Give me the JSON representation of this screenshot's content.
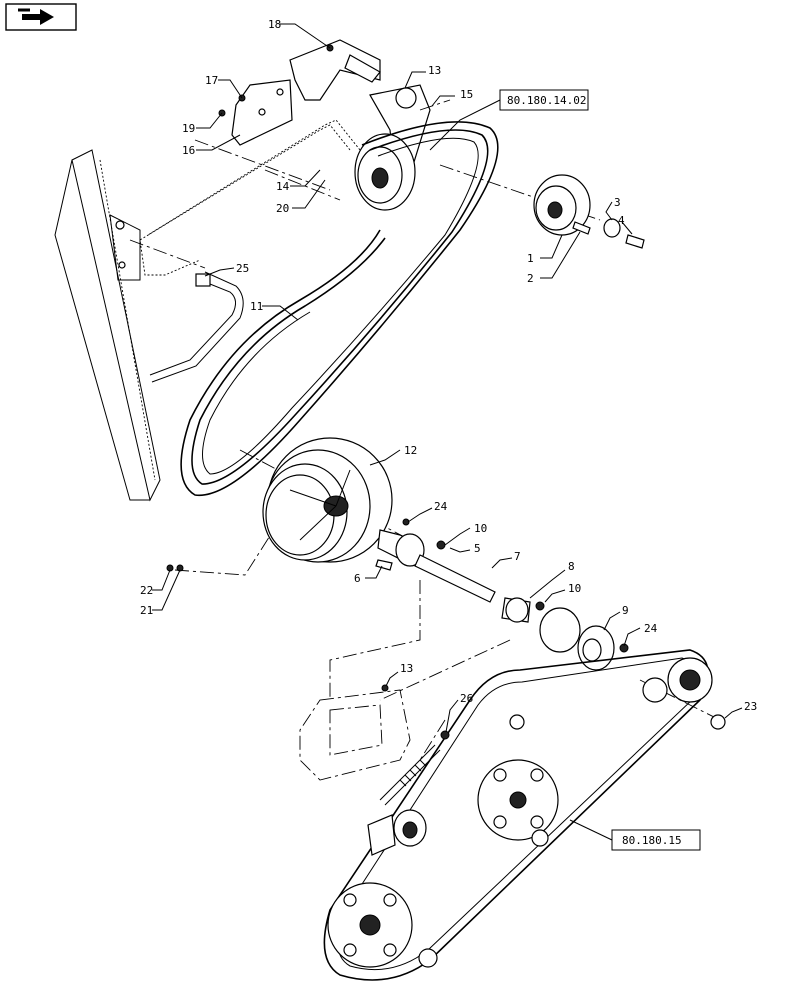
{
  "nav": {
    "icon": "arrow-right-icon"
  },
  "references": {
    "ref_a": "80.180.14.02",
    "ref_b": "80.180.15"
  },
  "callouts": {
    "c1": "1",
    "c2": "2",
    "c3": "3",
    "c4": "4",
    "c5": "5",
    "c6": "6",
    "c7": "7",
    "c8": "8",
    "c9": "9",
    "c10a": "10",
    "c10b": "10",
    "c11": "11",
    "c12": "12",
    "c13a": "13",
    "c13b": "13",
    "c14": "14",
    "c15": "15",
    "c16": "16",
    "c17": "17",
    "c18": "18",
    "c19": "19",
    "c20": "20",
    "c21": "21",
    "c22": "22",
    "c23": "23",
    "c24a": "24",
    "c24b": "24",
    "c25": "25",
    "c26": "26"
  }
}
